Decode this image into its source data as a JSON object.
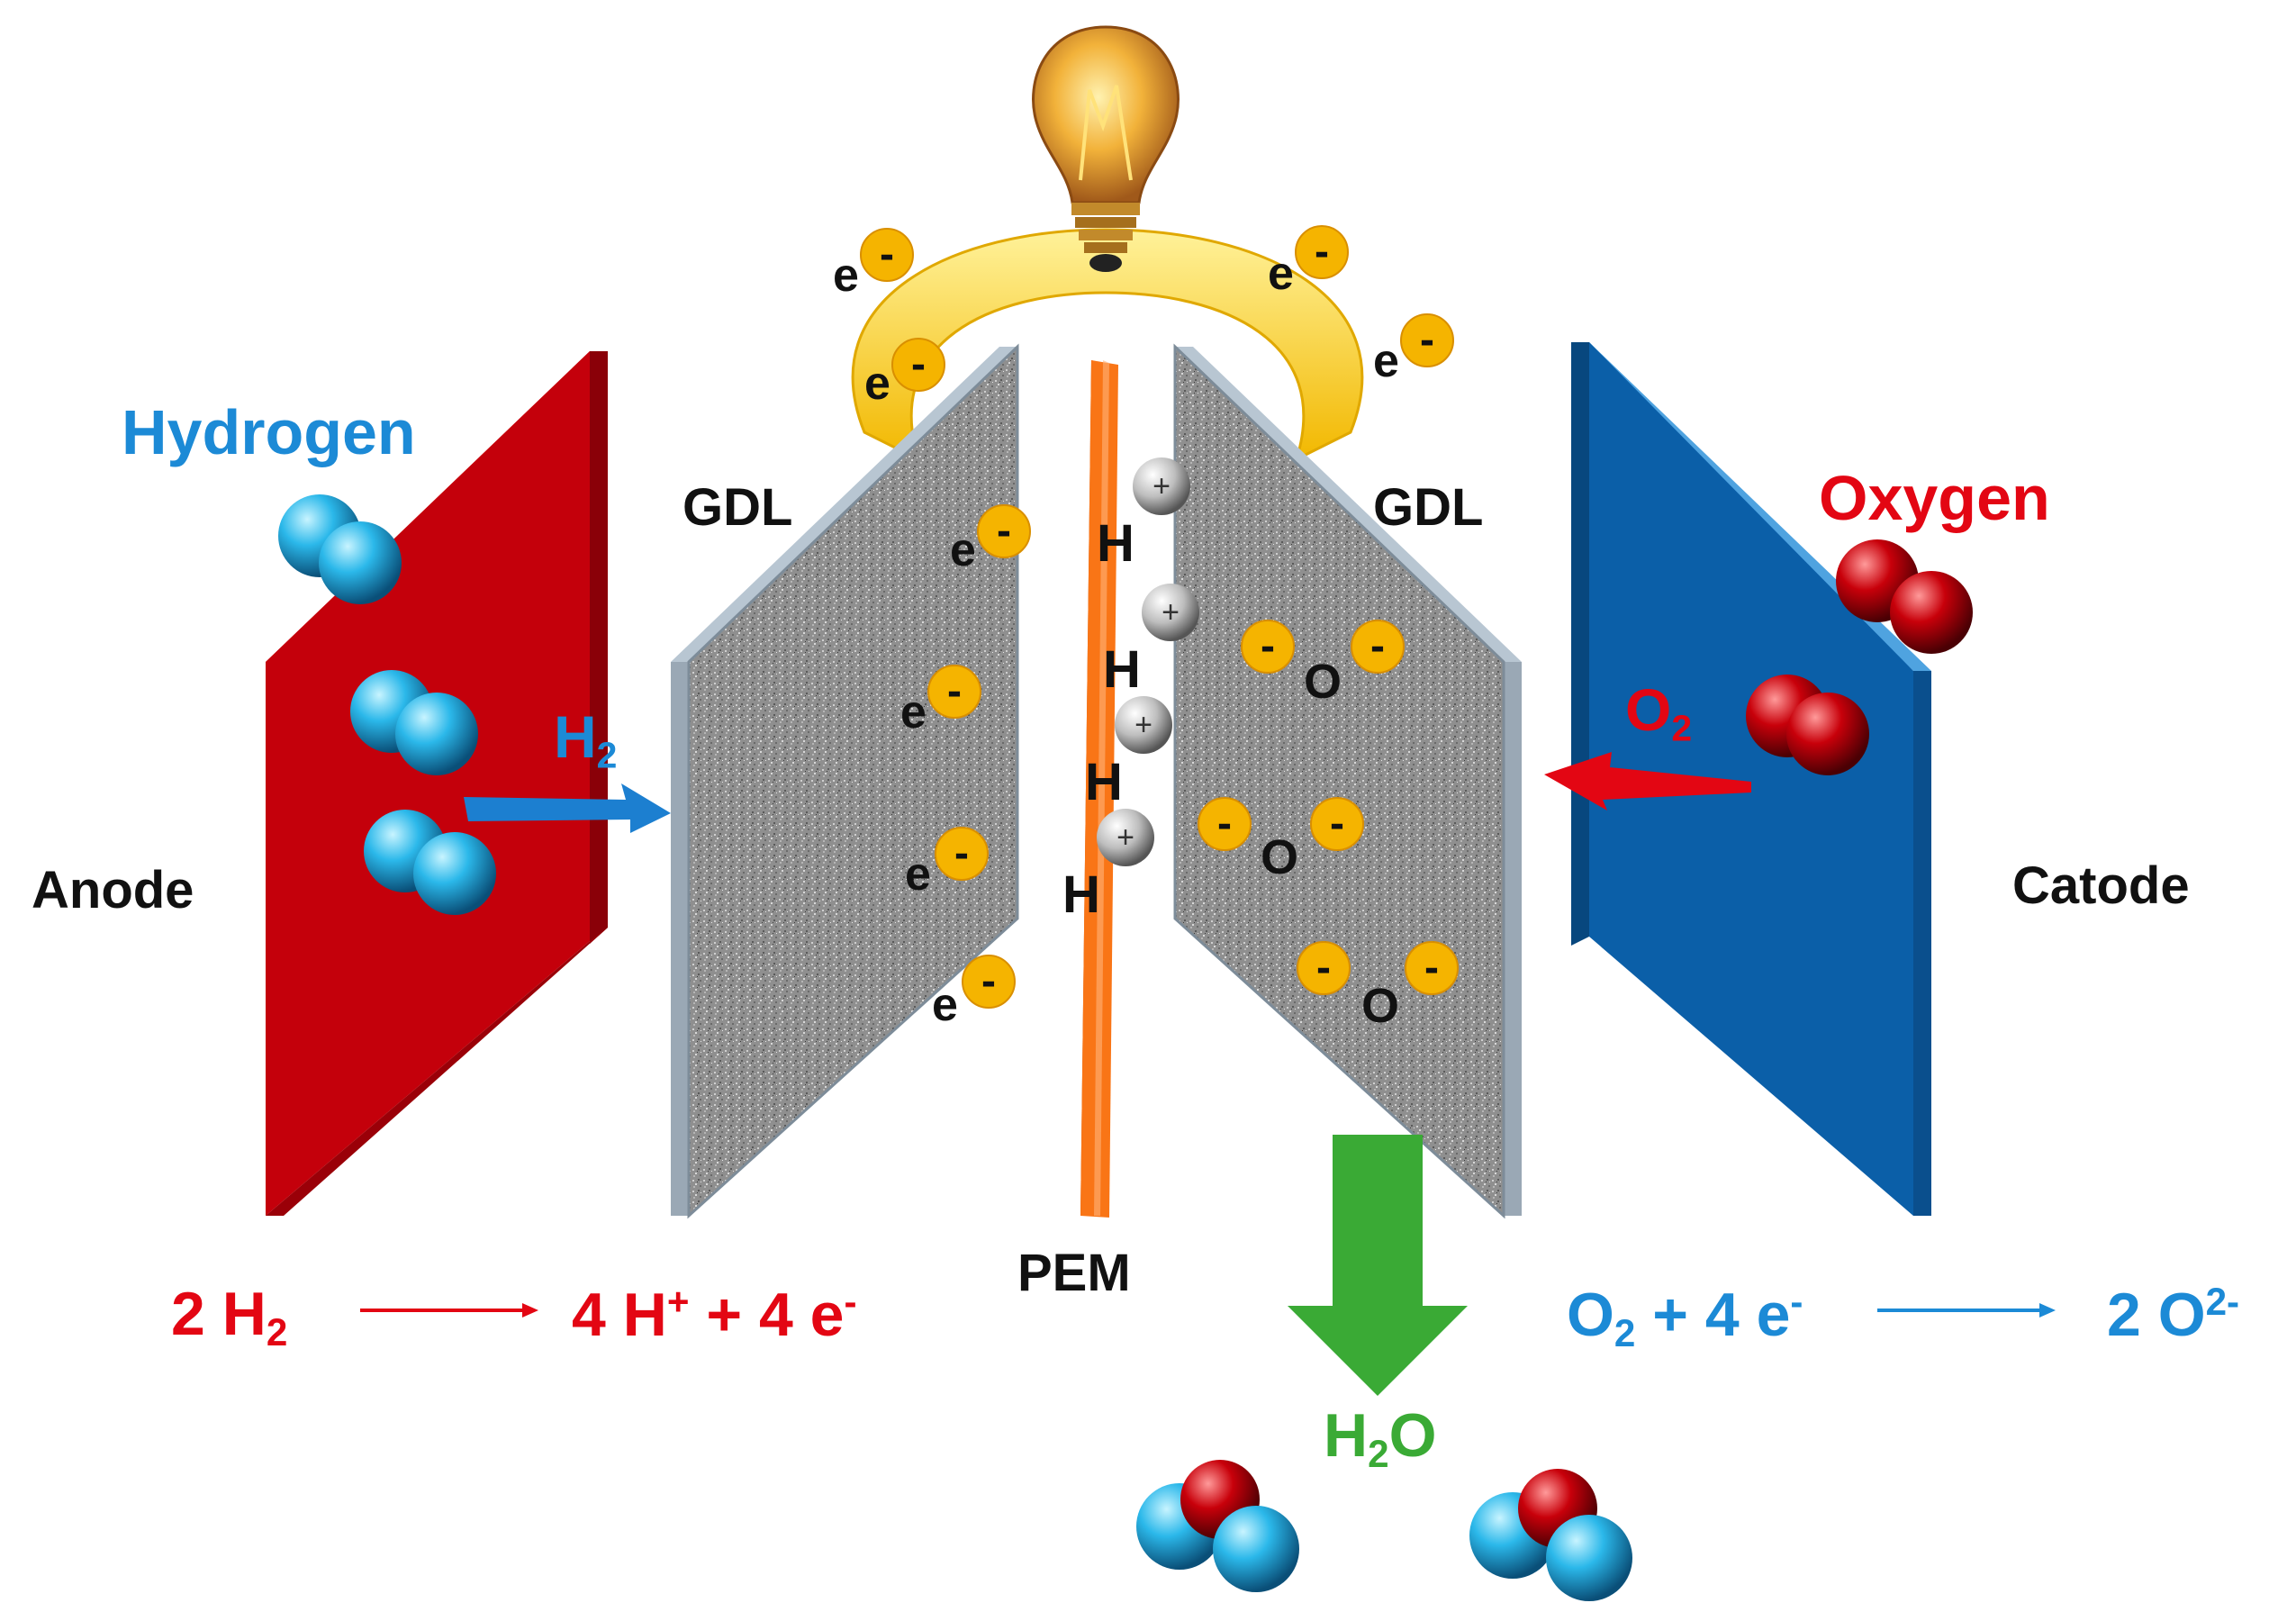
{
  "labels": {
    "hydrogen": "Hydrogen",
    "oxygen": "Oxygen",
    "anode": "Anode",
    "catode": "Catode",
    "gdl_left": "GDL",
    "gdl_right": "GDL",
    "pem": "PEM",
    "h2_flow": {
      "base": "H",
      "sub": "2"
    },
    "o2_flow": {
      "base": "O",
      "sub": "2"
    },
    "water": {
      "base1": "H",
      "sub": "2",
      "base2": "O"
    },
    "electron": "e",
    "minus": "-",
    "plus": "+",
    "proton_symbol": "H",
    "oxygen_ion_symbol": "O"
  },
  "equations": {
    "anode": {
      "lhs_coef": "2 H",
      "lhs_sub": "2",
      "rhs_part1": "4 H",
      "rhs_sup1": "+",
      "rhs_part2": " + 4 e",
      "rhs_sup2": "-"
    },
    "cathode": {
      "lhs_part1": "O",
      "lhs_sub": "2",
      "lhs_part2": " + 4 e",
      "lhs_sup": "-",
      "rhs_part1": "2 O",
      "rhs_sup": "2-"
    }
  },
  "colors": {
    "anode_plate": "#c4000b",
    "cathode_plate": "#0b5fa8",
    "gdl": "#8e8e8e",
    "pem": "#f97516",
    "circuit": "#f5c300",
    "electron": "#f5b400",
    "hydrogen_atom": "#23b2e8",
    "oxygen_atom": "#c8000a",
    "flow_arrow_h2": "#1c7fd0",
    "flow_arrow_o2": "#e30613",
    "water_arrow": "#3aaa35",
    "text_red": "#e30613",
    "text_blue": "#1c8ad6",
    "text_green": "#3aaa35"
  },
  "icons": [
    "light-bulb-icon"
  ]
}
